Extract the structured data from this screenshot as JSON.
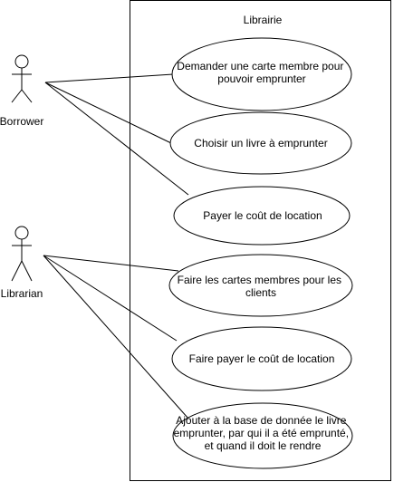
{
  "system": {
    "title": "Librairie"
  },
  "actors": [
    {
      "id": "borrower",
      "label": "Borrower"
    },
    {
      "id": "librarian",
      "label": "Librarian"
    }
  ],
  "use_cases": [
    {
      "id": "uc1",
      "lines": [
        "Demander une carte membre pour",
        "pouvoir emprunter"
      ]
    },
    {
      "id": "uc2",
      "lines": [
        "Choisir un livre à emprunter"
      ]
    },
    {
      "id": "uc3",
      "lines": [
        "Payer le coût de location"
      ]
    },
    {
      "id": "uc4",
      "lines": [
        "Faire les cartes membres pour les",
        "clients"
      ]
    },
    {
      "id": "uc5",
      "lines": [
        "Faire payer le coût de location"
      ]
    },
    {
      "id": "uc6",
      "lines": [
        "Ajouter à la base de donnée le livre",
        "emprunter, par qui il a été emprunté,",
        "et quand il doit le rendre"
      ]
    }
  ],
  "associations": [
    {
      "from": "borrower",
      "to": "uc1"
    },
    {
      "from": "borrower",
      "to": "uc2"
    },
    {
      "from": "borrower",
      "to": "uc3"
    },
    {
      "from": "librarian",
      "to": "uc4"
    },
    {
      "from": "librarian",
      "to": "uc5"
    },
    {
      "from": "librarian",
      "to": "uc6"
    }
  ],
  "colors": {
    "stroke": "#000000",
    "fill": "#ffffff"
  }
}
